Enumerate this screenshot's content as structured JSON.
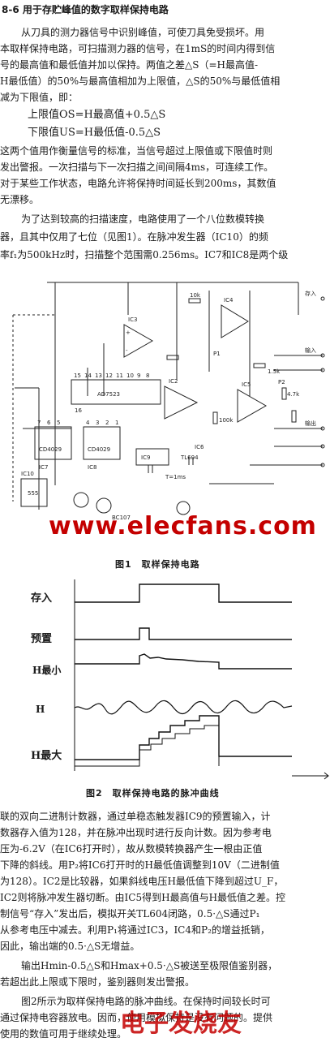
{
  "title": "8-6 用于存贮峰值的数字取样保持电路",
  "para1": [
    "从刀具的测力器信号中识别峰值，可使刀具免受损坏。用",
    "本取样保持电路，可扫描测力器的信号，在1mS的时间内得到信",
    "号的最高值和最低值并加以保持。两值之差△S（=H最高值-",
    "H最低值）的50%与最高值相加为上限值，△S的50%与最低值相",
    "减为下限值，即："
  ],
  "formulas": [
    "上限值OS=H最高值+0.5△S",
    "下限值US=H最低值-0.5△S"
  ],
  "para2": [
    "这两个值用作衡量信号的标准，当信号超过上限值或下限值时则",
    "发出警报。一次扫描与下一次扫描之间间隔4ms，可连续工作。",
    "对于某些工作状态，电路允许将保持时间延长到200ms，其数值",
    "无漂移。"
  ],
  "para3": [
    "为了达到较高的扫描速度，电路使用了一个八位数模转换",
    "器，且其中仅用了七位（见图1）。在脉冲发生器（IC10）的频",
    "率f₁为500kHz时，扫描整个范围需0.256ms。IC7和IC8是两个级"
  ],
  "circuit": {
    "chips": [
      "AD7523",
      "CD4029",
      "CD4029",
      "555",
      "TL604",
      "IC9"
    ],
    "pins": [
      "15",
      "14",
      "13",
      "12",
      "11",
      "10",
      "9",
      "8",
      "7",
      "6",
      "5",
      "4",
      "3",
      "2",
      "1",
      "16"
    ],
    "labels": [
      "T=1ms",
      "存入",
      "输入",
      "输出",
      "P1",
      "P2",
      "IC3",
      "IC4",
      "IC5",
      "IC2",
      "IC6",
      "IC7",
      "IC8",
      "IC10",
      "+",
      "-",
      "1.5k",
      "10k",
      "100k",
      "4.7k",
      "BC107"
    ]
  },
  "fig1_caption": "图1　取样保持电路",
  "watermark_url": "www.elecfans.com",
  "waveform_labels": [
    "存入",
    "预置",
    "H最小",
    "H",
    "H最大"
  ],
  "fig2_caption": "图2　取样保持电路的脉冲曲线",
  "para4": [
    "联的双向二进制计数器，通过单稳态触发器IC9的预置输入，计",
    "数器存入值为128，并在脉冲出现时进行反向计数。因为参考电",
    "压为-6.2V（在IC6打开时），故从数模转换器产生一根由正值",
    "下降的斜线。用P₂将IC6打开时的H最低值调整到10V（二进制值",
    "为128）。IC2是比较器，如果斜线电压H最低值下降到超过U_F，",
    "IC2则将脉冲发生器切断。由IC5得到H最高值与H最低值之差。控",
    "制信号“存入”发出后，模拟开关TL604闭路，0.5·△S通过P₁",
    "从参考电压中减去。利用P₁将通过IC3，IC4和P₂的增益抵销，",
    "因此，输出端的0.5·△S无增益。"
  ],
  "para5": [
    "输出Hmin-0.5△S和Hmax+0.5·△S被送至极限值鉴别器，",
    "若超出此上限或下限时，鉴别器则发出警报。"
  ],
  "para6": [
    "图2所示为取样保持电路的脉冲曲线。在保持时间较长时可",
    "通过保持电容器放电。因而，使用模拟保持是没有问题的。提供",
    "使用的数值可用于继续处理。"
  ],
  "watermark_cn": "电子发烧友"
}
